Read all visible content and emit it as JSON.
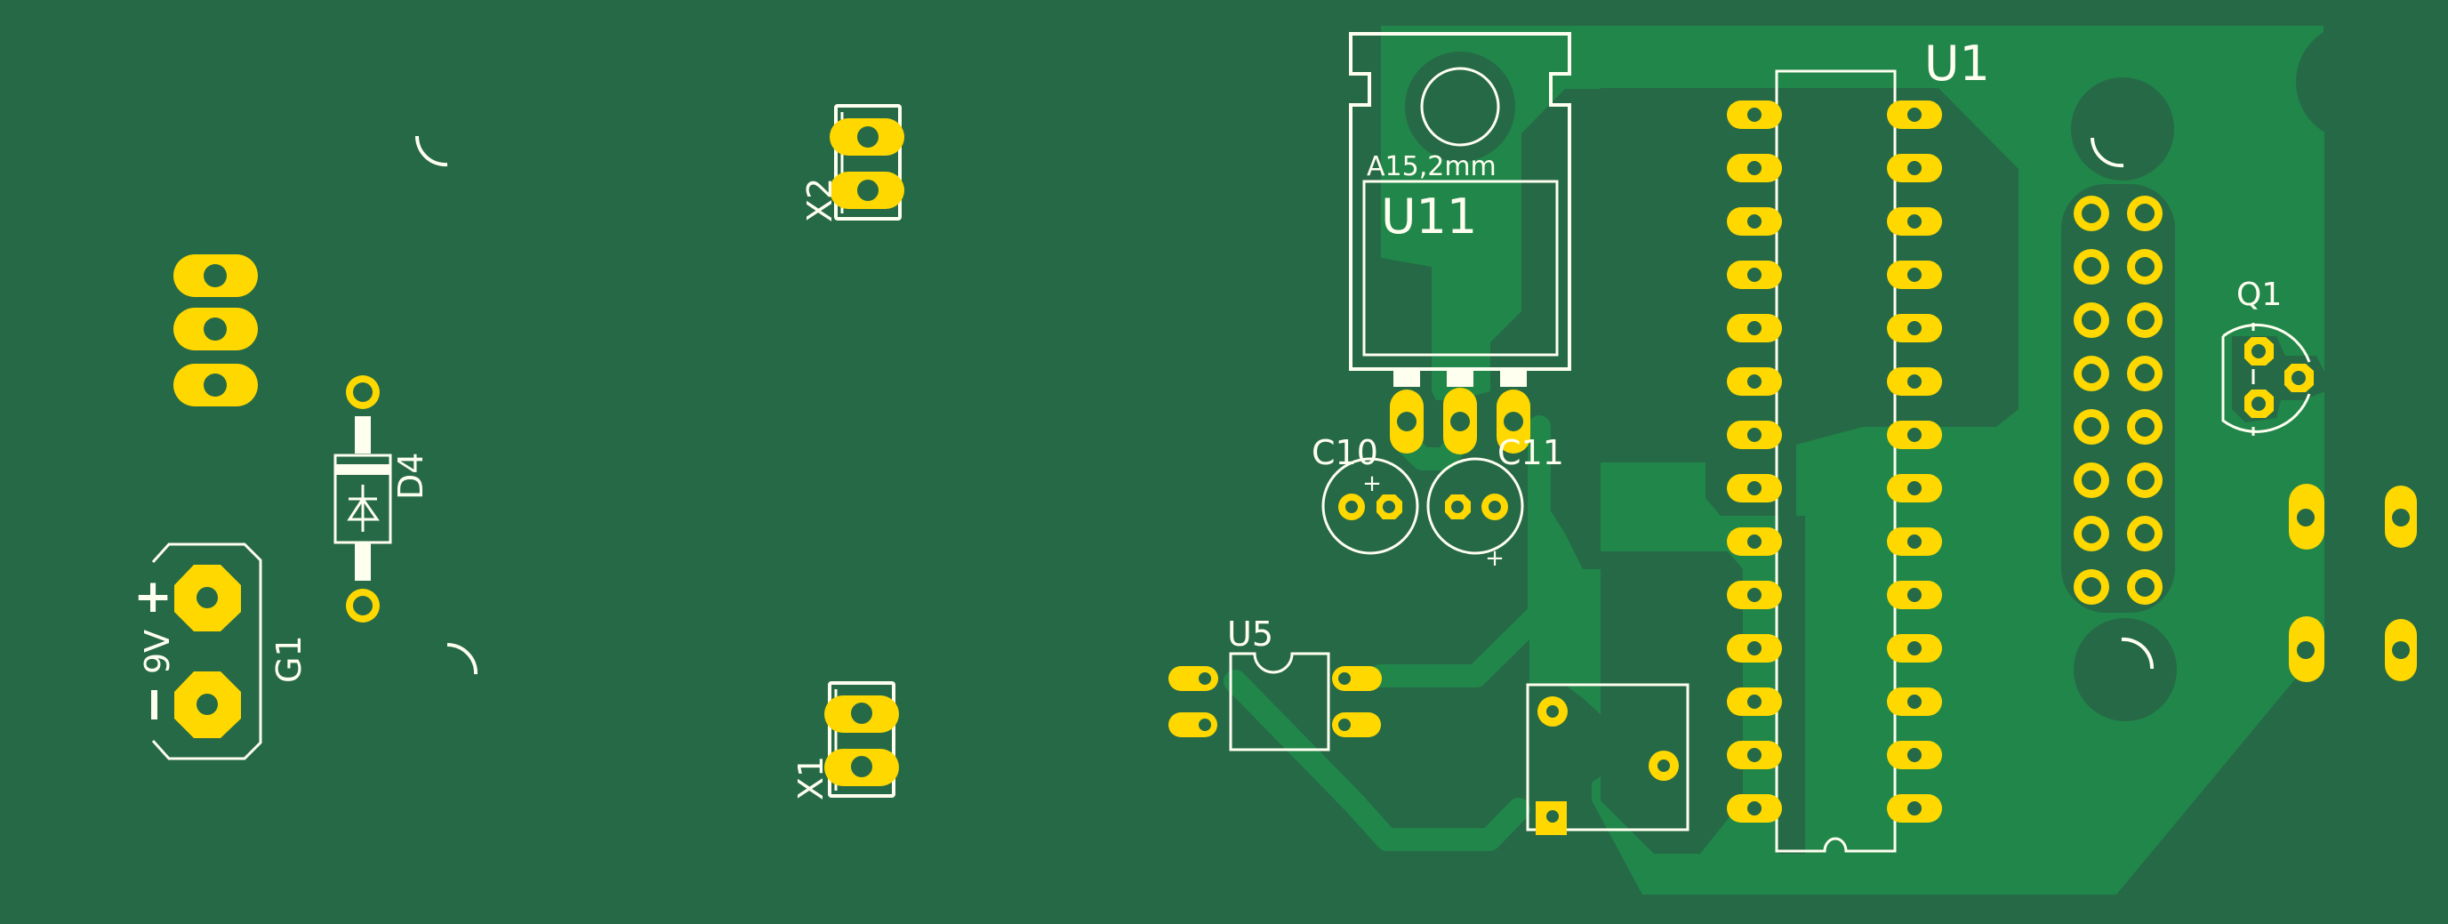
{
  "view": {
    "title": "PCB layout view",
    "layer_colors": {
      "board": "#266946",
      "copper_pour": "#21864A",
      "pads": "#FFD800",
      "silkscreen": "#FFFFF0"
    }
  },
  "components": {
    "u11": {
      "ref": "U11",
      "value": "A15,2mm",
      "package": "TO-220"
    },
    "u1": {
      "ref": "U1",
      "package": "DIP-28",
      "pin_count": 28
    },
    "u5": {
      "ref": "U5",
      "package": "DIP-4"
    },
    "c10": {
      "ref": "C10",
      "polarity_mark": "+"
    },
    "c11": {
      "ref": "C11",
      "polarity_mark": "+"
    },
    "q1": {
      "ref": "Q1",
      "package": "TO-92"
    },
    "d4": {
      "ref": "D4"
    },
    "g1": {
      "ref": "G1",
      "label": "9V",
      "plus": "+",
      "minus": "−"
    },
    "x1": {
      "ref": "X1"
    },
    "x2": {
      "ref": "X2"
    },
    "header": {
      "ref": "",
      "pin_count": 16
    },
    "trimmer": {
      "ref": ""
    }
  }
}
